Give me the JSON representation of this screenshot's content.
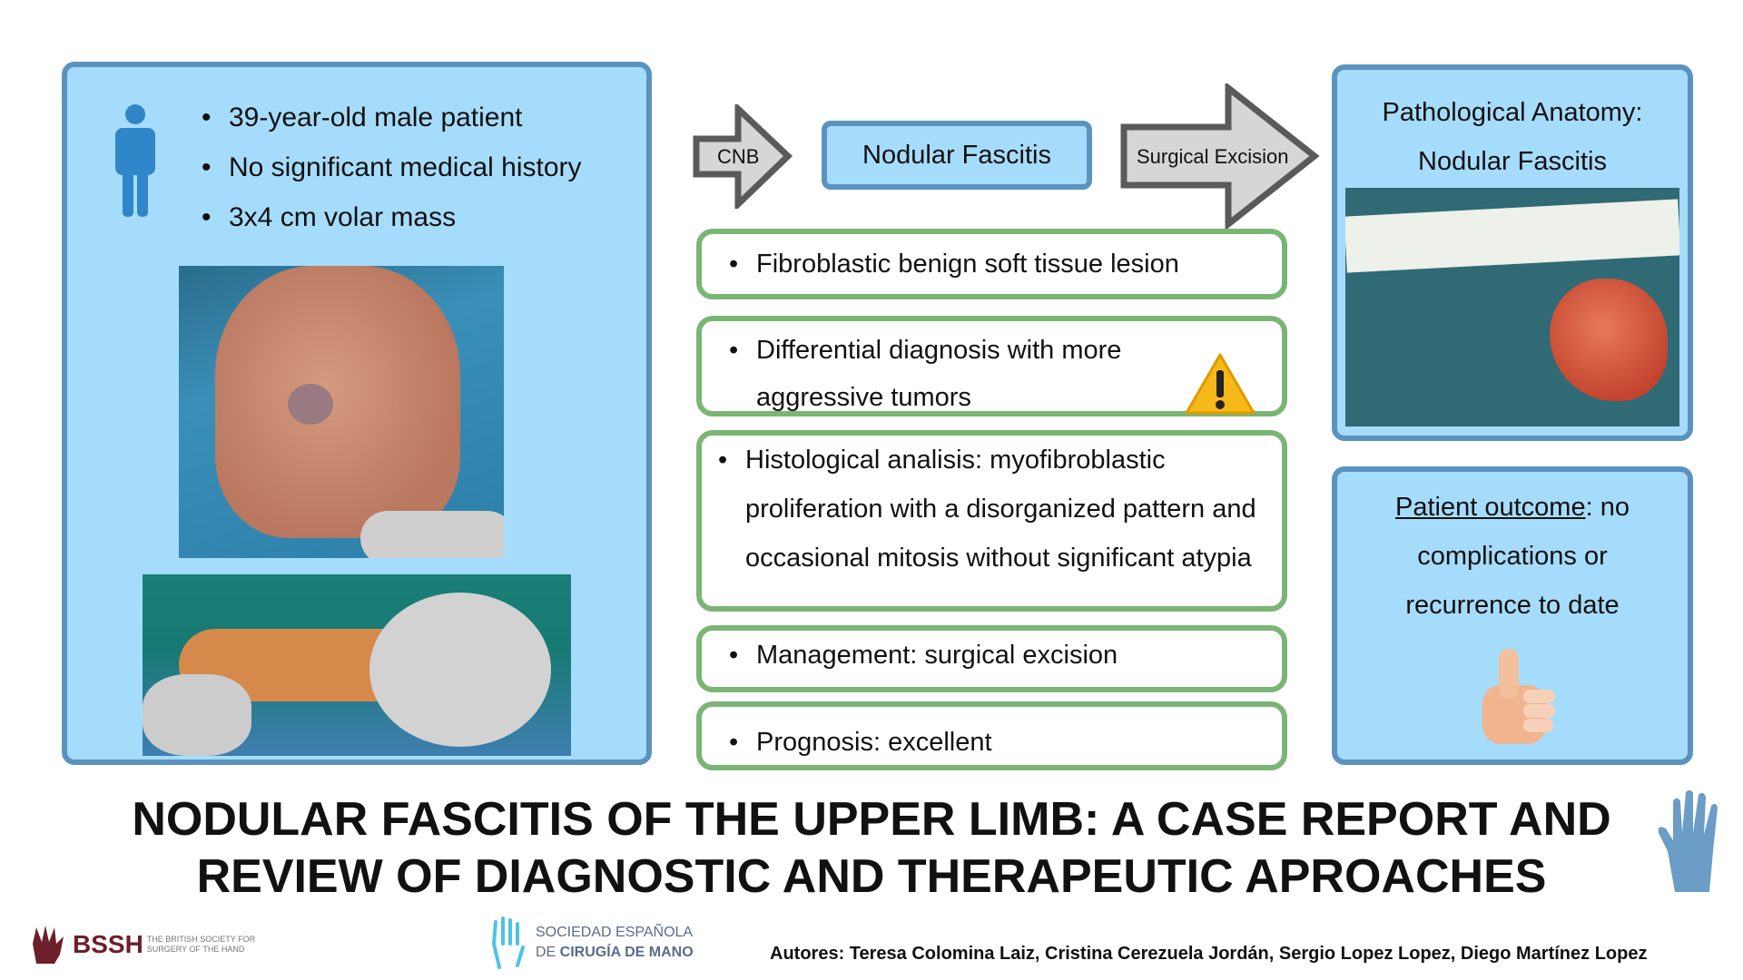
{
  "patient": {
    "points": [
      "39-year-old male patient",
      "No significant medical history",
      "3x4 cm volar mass"
    ]
  },
  "flow": {
    "cnb": "CNB",
    "diagnosis": "Nodular Fascitis",
    "surgery": "Surgical Excision"
  },
  "findings": [
    {
      "text": "Fibroblastic benign soft tissue lesion"
    },
    {
      "text": "Differential diagnosis with more aggressive tumors"
    },
    {
      "text": "Histological analisis: myofibroblastic proliferation with a disorganized pattern and occasional mitosis without significant atypia"
    },
    {
      "text": "Management: surgical excision"
    },
    {
      "text": "Prognosis: excellent"
    }
  ],
  "pathology": {
    "line1": "Pathological Anatomy:",
    "line2": "Nodular Fascitis"
  },
  "outcome": {
    "label": "Patient outcome",
    "text": ": no complications or recurrence to date"
  },
  "title": {
    "line1": "NODULAR FASCITIS OF THE UPPER LIMB: A CASE REPORT AND",
    "line2": "REVIEW OF DIAGNOSTIC AND THERAPEUTIC APROACHES"
  },
  "footer": {
    "bssh": "BSSH",
    "bssh_sub1": "THE BRITISH SOCIETY FOR",
    "bssh_sub2": "SURGERY OF THE HAND",
    "secm1": "SOCIEDAD ESPAÑOLA",
    "secm2a": "DE ",
    "secm2b": "CIRUGÍA DE MANO",
    "authors": "Autores: Teresa Colomina Laiz, Cristina Cerezuela Jordán, Sergio Lopez Lopez, Diego Martínez Lopez"
  },
  "colors": {
    "panel": "#a6dcfb",
    "panel_border": "#5b93bf",
    "green": "#7ab574",
    "arrow": "#d6d6d6"
  }
}
